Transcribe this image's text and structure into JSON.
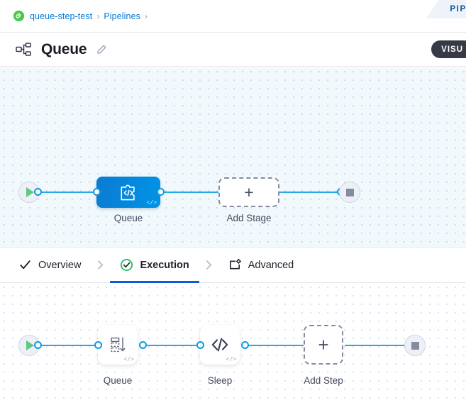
{
  "breadcrumb": {
    "project_icon": "project-circle-icon",
    "items": [
      {
        "label": "queue-step-test",
        "sep": "›"
      },
      {
        "label": "Pipelines",
        "sep": "›"
      }
    ]
  },
  "side_tab": {
    "label": "PIPE"
  },
  "header": {
    "icon": "pipeline-nodes-icon",
    "title": "Queue",
    "edit_icon": "pencil-icon",
    "visual_button": "VISU"
  },
  "stage_tabs": {
    "items": [
      {
        "label": "Overview",
        "icon": "check-icon",
        "active": false
      },
      {
        "label": "Execution",
        "icon": "check-circle-icon",
        "active": true
      },
      {
        "label": "Advanced",
        "icon": "advanced-gear-icon",
        "active": false
      }
    ],
    "separator": "›"
  },
  "pipeline_graph": {
    "start_node": "start-play-node",
    "end_node": "end-stop-node",
    "stage": {
      "label": "Queue",
      "badge": "</>"
    },
    "add_stage": {
      "label": "Add Stage",
      "symbol": "+"
    }
  },
  "execution_graph": {
    "start_node": "start-play-node",
    "end_node": "end-stop-node",
    "steps": [
      {
        "label": "Queue",
        "icon": "queue-stack-icon",
        "badge": "</>"
      },
      {
        "label": "Sleep",
        "icon": "code-brackets-icon",
        "badge": "</>"
      }
    ],
    "add_step": {
      "label": "Add Step",
      "symbol": "+"
    }
  },
  "colors": {
    "accent_blue": "#0b5cd7",
    "link_blue": "#0278d5",
    "edge_blue": "#27a9e8",
    "node_blue": "#0093e6",
    "success_green": "#22c55e",
    "canvas_top_bg": "#f2f9fd",
    "dark_pill": "#383946"
  }
}
